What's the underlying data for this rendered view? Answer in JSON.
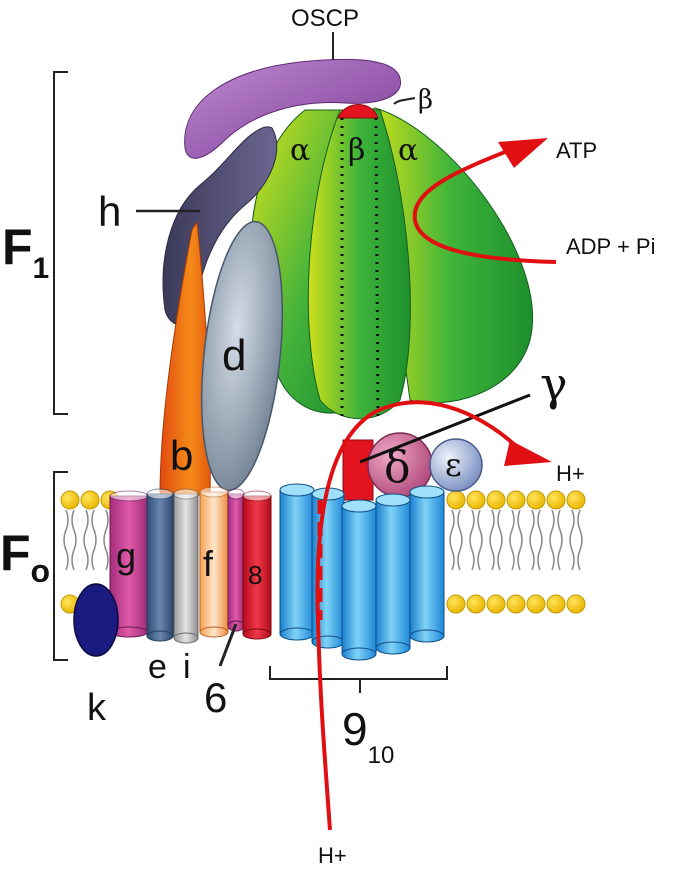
{
  "labels": {
    "oscp": "OSCP",
    "f1_main": "F",
    "f1_sub": "1",
    "fo_main": "F",
    "fo_sub": "o",
    "h": "h",
    "d": "d",
    "b": "b",
    "g": "g",
    "f": "f",
    "eight": "8",
    "e": "e",
    "i": "i",
    "six": "6",
    "k": "k",
    "c_ring_main": "9",
    "c_ring_sub": "10",
    "alpha_left": "α",
    "beta_front": "β",
    "alpha_right": "α",
    "beta_top": "β",
    "gamma": "γ",
    "delta": "δ",
    "epsilon": "ε",
    "atp": "ATP",
    "adp_pi": "ADP + Pi",
    "h_plus_out": "H+",
    "h_plus_in": "H+"
  },
  "colors": {
    "membrane_head": "#f7cf10",
    "oscp": "#9a55b0",
    "h_subunit": "#4d4a6e",
    "d_subunit": "#8797a8",
    "b_subunit": "#f06a10",
    "f1_green": "#23a73a",
    "proton_path": "#e00f12",
    "c_ring": "#2ea3e2",
    "k_subunit": "#1a1a7a"
  }
}
